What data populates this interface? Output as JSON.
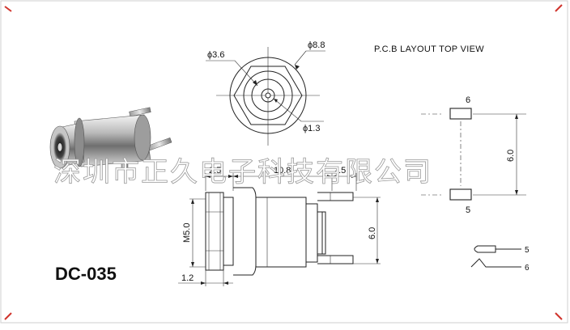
{
  "model": "DC-035",
  "pcb_title": "P.C.B LAYOUT TOP VIEW",
  "watermark": "深圳市正久电子科技有限公司",
  "dims": {
    "phi_3_6": "ϕ3.6",
    "phi_8_8": "ϕ8.8",
    "phi_1_3": "ϕ1.3",
    "d_2_5_left": "2.5",
    "d_10_8": "10.8",
    "d_2_5_right": "2.5",
    "d_m5": "M5.0",
    "d_6_0_side": "6.0",
    "d_1_2": "1.2",
    "pcb_6_0": "6.0",
    "pad_top": "6",
    "pad_bottom": "5",
    "pin_5": "5",
    "pin_6": "6"
  }
}
